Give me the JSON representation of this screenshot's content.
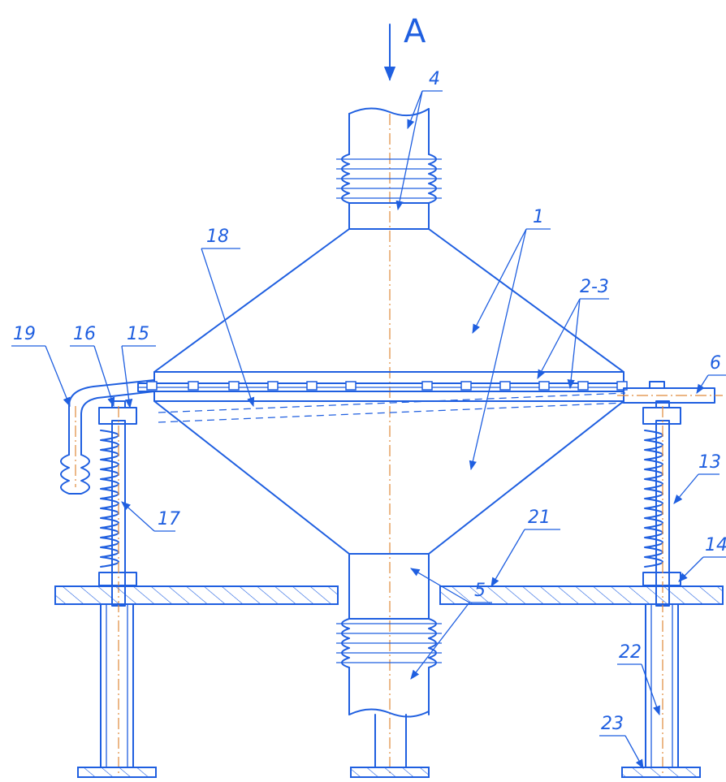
{
  "view": {
    "label": "A"
  },
  "callouts": {
    "c1": "1",
    "c2_3": "2-3",
    "c4": "4",
    "c5": "5",
    "c6": "6",
    "c13": "13",
    "c14": "14",
    "c15": "15",
    "c16": "16",
    "c17": "17",
    "c18": "18",
    "c19": "19",
    "c21": "21",
    "c22": "22",
    "c23": "23"
  },
  "colors": {
    "line": "#1f5fe0",
    "axis": "#e08a3a"
  }
}
